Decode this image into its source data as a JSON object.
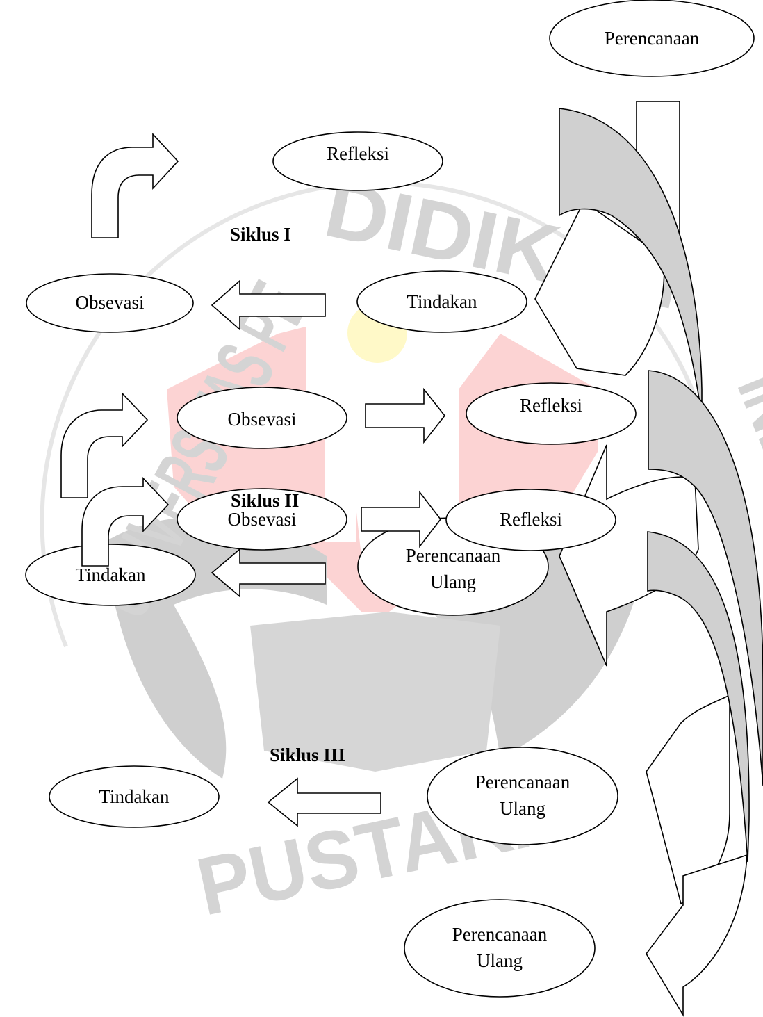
{
  "colors": {
    "watermark_gray": "#d4d4d4",
    "watermark_gray_dark": "#cfcfcf",
    "watermark_pink": "#fcd3d3",
    "watermark_yellow": "#fff9c8",
    "arrow_gray": "#d0d0d0",
    "stroke": "#000000"
  },
  "watermark": {
    "top_letters": "DIDIKAN",
    "bottom_letters": "PUSTAKA",
    "left_letters": "UNIVERSITAS PE",
    "right_letters": "INDONESIA"
  },
  "nodes": {
    "perencanaan": "Perencanaan",
    "refleksi_1": "Refleksi",
    "obsevasi_1": "Obsevasi",
    "tindakan_1": "Tindakan",
    "obsevasi_2": "Obsevasi",
    "refleksi_2": "Refleksi",
    "tindakan_2": "Tindakan",
    "perencanaan_ulang_2": {
      "line1": "Perencanaan",
      "line2": "Ulang"
    },
    "obsevasi_3": "Obsevasi",
    "refleksi_3": "Refleksi",
    "tindakan_3": "Tindakan",
    "perencanaan_ulang_3": {
      "line1": "Perencanaan",
      "line2": "Ulang"
    },
    "perencanaan_ulang_4": {
      "line1": "Perencanaan",
      "line2": "Ulang"
    }
  },
  "cycles": {
    "siklus_1": "Siklus I",
    "siklus_2": "Siklus II",
    "siklus_3": "Siklus III"
  }
}
